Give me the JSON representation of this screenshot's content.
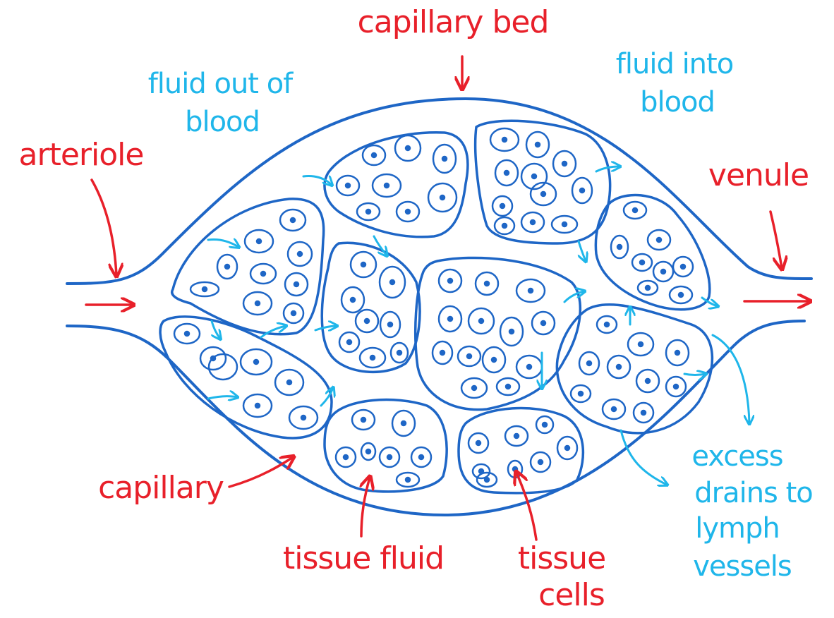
{
  "colors": {
    "vessel": "#1e66c6",
    "label_red": "#e8202a",
    "label_cyan": "#1fb6ea",
    "background": "#ffffff"
  },
  "labels": {
    "capillary_bed": "capillary bed",
    "fluid_out_line1": "fluid out of",
    "fluid_out_line2": "blood",
    "fluid_in_line1": "fluid into",
    "fluid_in_line2": "blood",
    "arteriole": "arteriole",
    "venule": "venule",
    "capillary": "capillary",
    "tissue_fluid": "tissue fluid",
    "tissue_cells_line1": "tissue",
    "tissue_cells_line2": "cells",
    "excess_line1": "excess",
    "excess_line2": "drains to",
    "excess_line3": "lymph",
    "excess_line4": "vessels"
  }
}
